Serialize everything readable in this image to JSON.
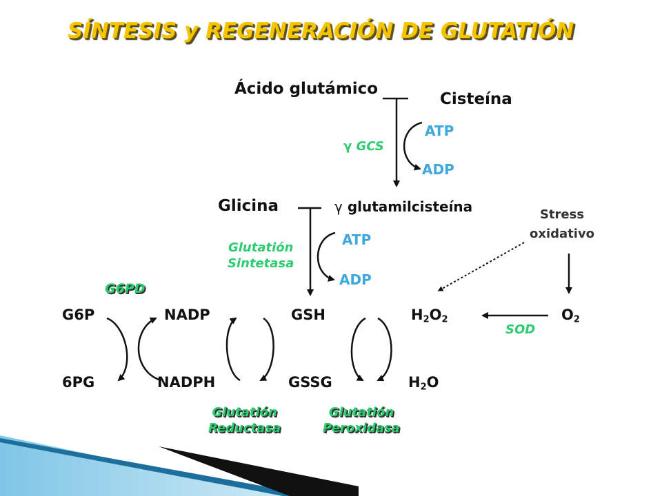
{
  "title": "SÍNTESIS y REGENERACIÓN DE GLUTATIÓN",
  "colors": {
    "title": "#f5c400",
    "black": "#111111",
    "blue": "#3fa8dc",
    "green": "#2ecc71",
    "accent_bar": "#1c6f9c"
  },
  "step1": {
    "substrate_a": "Ácido glutámico",
    "substrate_b": "Cisteína",
    "enzyme": "GCS",
    "gamma": "γ",
    "cofactor_in": "ATP",
    "cofactor_out": "ADP"
  },
  "step2": {
    "substrate_a": "Glicina",
    "gamma": "γ",
    "product": "glutamilcisteína",
    "enzyme_line1": "Glutatión",
    "enzyme_line2": "Sintetasa",
    "cofactor_in": "ATP",
    "cofactor_out": "ADP"
  },
  "stress": {
    "line1": "Stress",
    "line2": "oxidativo"
  },
  "cycle": {
    "g6p": "G6P",
    "pg6": "6PG",
    "g6pd": "G6PD",
    "nadp": "NADP",
    "nadph": "NADPH",
    "gsh": "GSH",
    "gssg": "GSSG",
    "h2o2_a": "H",
    "h2o2_b": "2",
    "h2o2_c": "O",
    "h2o2_d": "2",
    "o2_a": "O",
    "o2_b": "2",
    "sod": "SOD",
    "h2o_a": "H",
    "h2o_b": "2",
    "h2o_c": "O",
    "reductase_line1": "Glutatión",
    "reductase_line2": "Reductasa",
    "peroxidase_line1": "Glutatión",
    "peroxidase_line2": "Peroxidasa"
  }
}
